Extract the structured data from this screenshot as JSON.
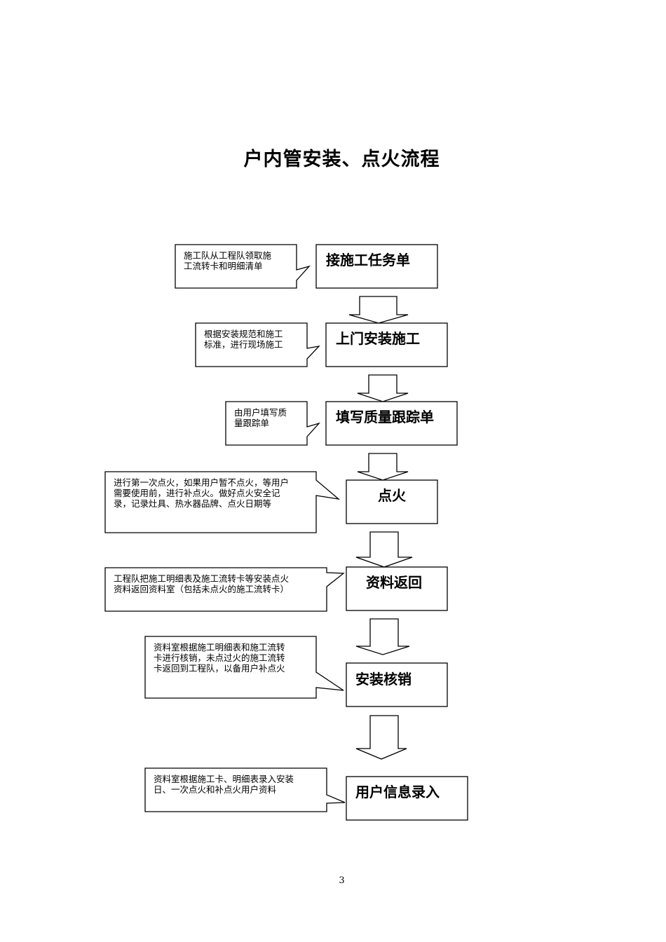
{
  "title": "户内管安装、点火流程",
  "steps": [
    {
      "label": "接施工任务单",
      "note": [
        "施工队从工程队领取施",
        "工流转卡和明细清单"
      ]
    },
    {
      "label": "上门安装施工",
      "note": [
        "根据安装规范和施工",
        "标准，进行现场施工"
      ]
    },
    {
      "label": "填写质量跟踪单",
      "note": [
        "由用户填写质",
        "量跟踪单"
      ]
    },
    {
      "label": "点火",
      "note": [
        "进行第一次点火，如果用户暂不点火，等用户",
        "需要使用前，进行补点火。做好点火安全记",
        "录，记录灶具、热水器品牌、点火日期等"
      ]
    },
    {
      "label": "资料返回",
      "note": [
        "工程队把施工明细表及施工流转卡等安装点火",
        "资料返回资料室（包括未点火的施工流转卡）"
      ]
    },
    {
      "label": "安装核销",
      "note": [
        "资料室根据施工明细表和施工流转",
        "卡进行核销，未点过火的施工流转",
        "卡返回到工程队，以备用户补点火"
      ]
    },
    {
      "label": "用户信息录入",
      "note": [
        "资料室根据施工卡、明细表录入安装",
        "日、一次点火和补点火用户资料"
      ]
    }
  ],
  "page_number": "3"
}
